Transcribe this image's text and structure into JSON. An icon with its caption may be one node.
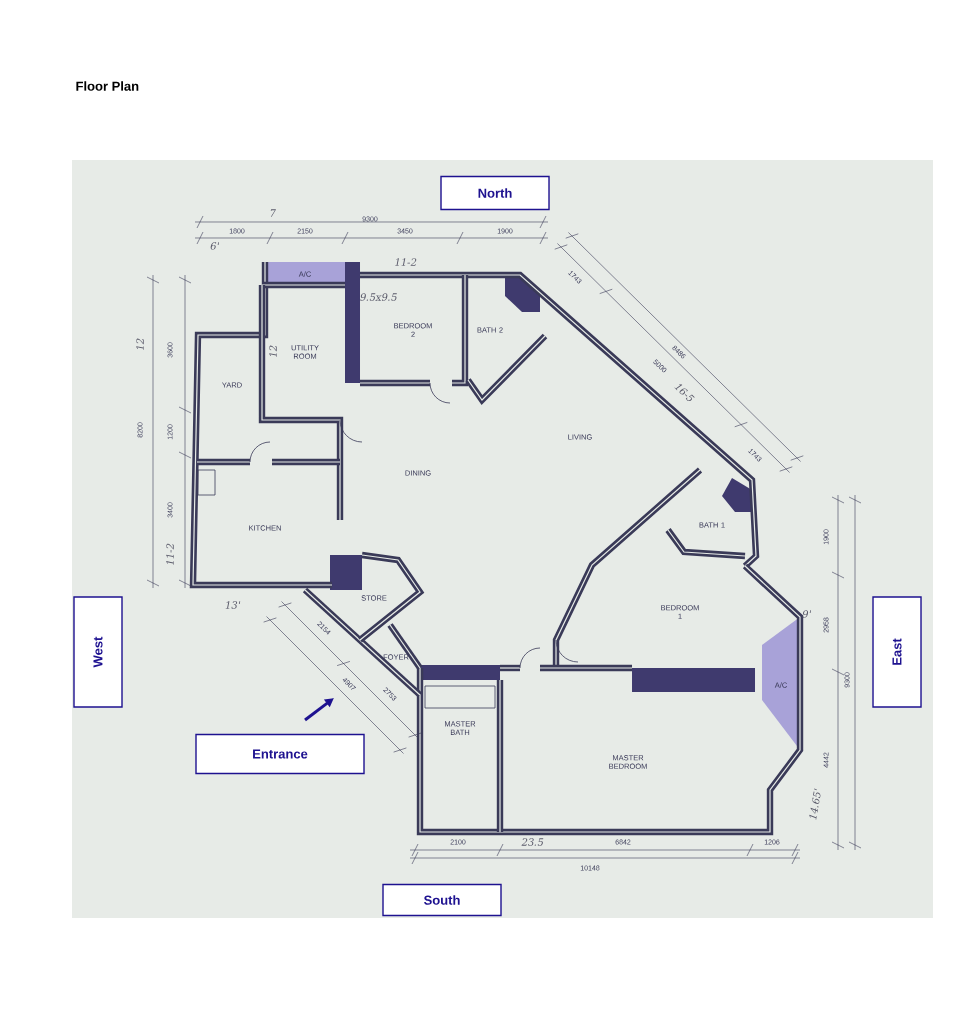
{
  "diagram": {
    "title": "Floor Plan",
    "nodes": [
      {
        "text": [
          "North"
        ]
      },
      {
        "text": [
          "West"
        ]
      },
      {
        "text": [
          "East"
        ]
      },
      {
        "text": [
          "Entrance"
        ]
      },
      {
        "text": [
          "South"
        ]
      }
    ],
    "labels": [
      "7",
      "9300",
      "1800",
      "2150",
      "3450",
      "1900",
      "6'",
      "11-2",
      "A/C",
      "9.5x9.5",
      "BEDROOM 2",
      "BATH 2",
      "1743",
      "12",
      "3600",
      "12",
      "UTILITY ROOM",
      "8486",
      "5000",
      "16-5",
      "YARD",
      "8200",
      "1200",
      "LIVING",
      "1743",
      "DINING",
      "BATH 1",
      "KITCHEN",
      "1900",
      "3400",
      "11-2",
      "13'",
      "2154",
      "STORE",
      "BEDROOM 1",
      "9'",
      "2958",
      "FOYER",
      "4907",
      "2753",
      "A/C",
      "9300",
      "MASTER BATH",
      "MASTER BEDROOM",
      "4442",
      "14.65'",
      "2100",
      "23.5",
      "6842",
      "1206",
      "10148"
    ]
  }
}
